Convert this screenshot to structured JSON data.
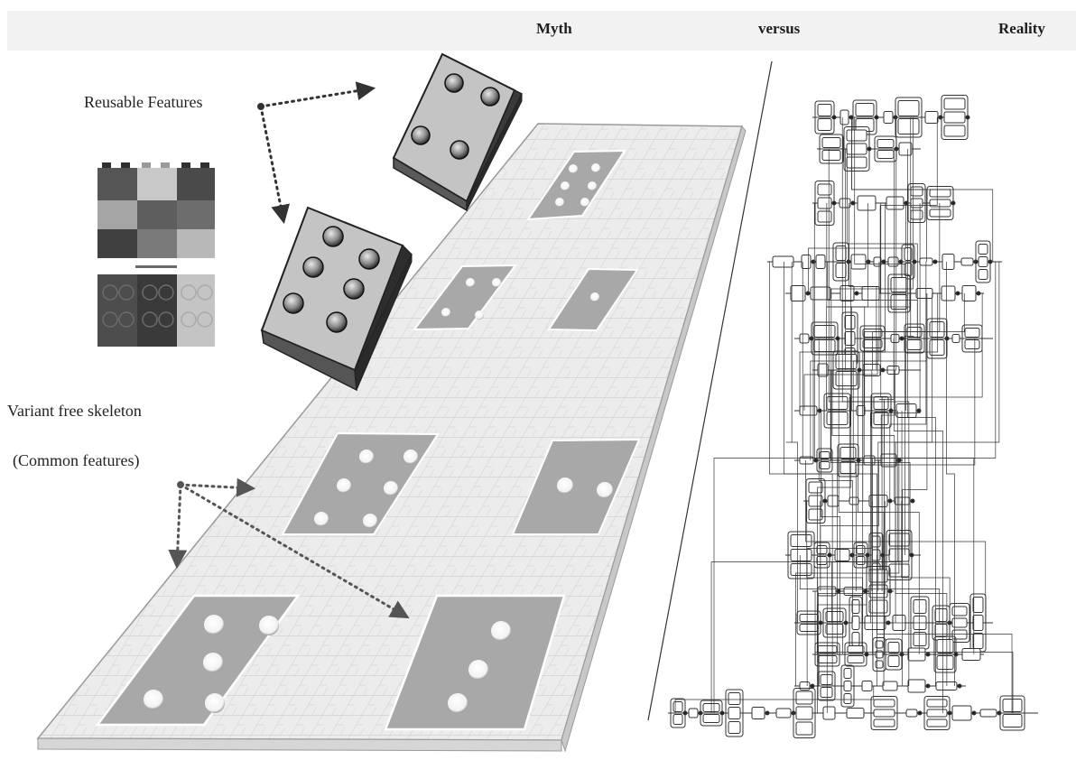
{
  "header": {
    "myth_label": "Myth",
    "versus_label": "versus",
    "reality_label": "Reality",
    "band_color": "#f2f2f2"
  },
  "annotations": {
    "reusable_features": "Reusable Features",
    "variant_free_skeleton": "Variant free skeleton",
    "common_features": "(Common features)"
  },
  "visual": {
    "board_color": "#eeeeee",
    "slot_color": "#a8a8a8",
    "block_color": "#c4c4c4",
    "grid_color": "#cfcfcf",
    "arrow_style": "dotted"
  }
}
